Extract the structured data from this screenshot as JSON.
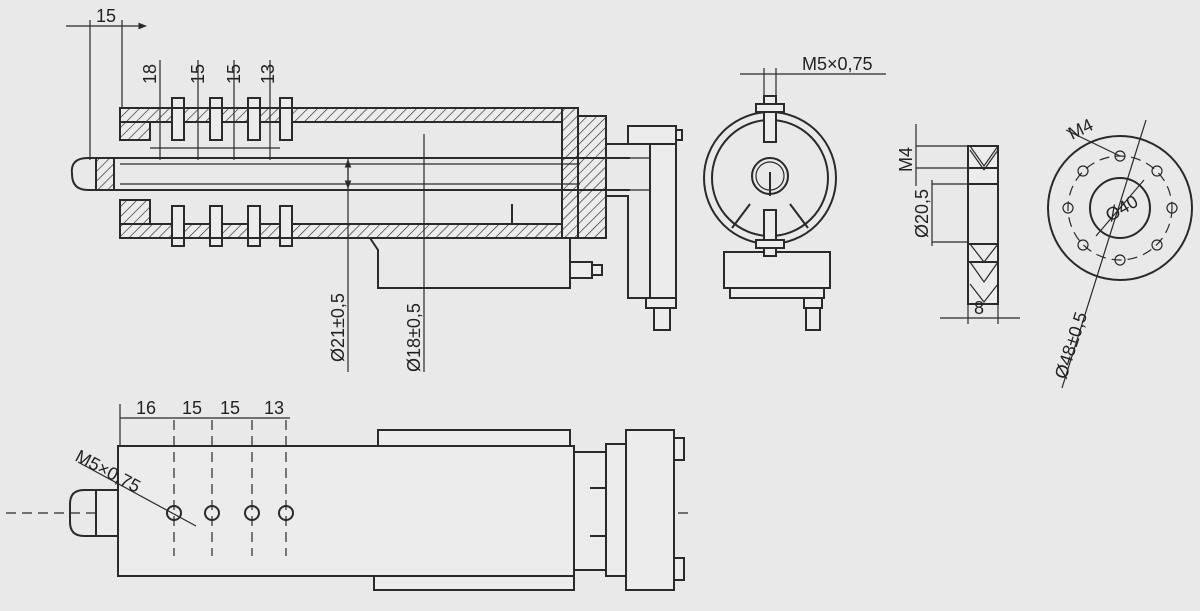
{
  "colors": {
    "background": "#e9e9e9",
    "ink": "#2a2a2a"
  },
  "side_section_view": {
    "dim_top_width": "15",
    "dim_hole_1": "18",
    "dim_hole_2": "15",
    "dim_hole_3": "15",
    "dim_hole_4": "13",
    "dim_outer_diameter": "Ø21±0,5",
    "dim_inner_diameter": "Ø18±0,5"
  },
  "end_view": {
    "thread_label": "M5×0,75"
  },
  "ring_section_view": {
    "dim_thread": "M4",
    "dim_bore": "Ø20,5",
    "dim_thickness": "8"
  },
  "flange_view": {
    "dim_thread": "M4",
    "dim_bolt_circle": "Ø40",
    "dim_outer_diameter": "Ø48±0,5"
  },
  "top_view": {
    "dim_spacing_1": "16",
    "dim_spacing_2": "15",
    "dim_spacing_3": "15",
    "dim_spacing_4": "13",
    "thread_label": "M5×0,75"
  }
}
